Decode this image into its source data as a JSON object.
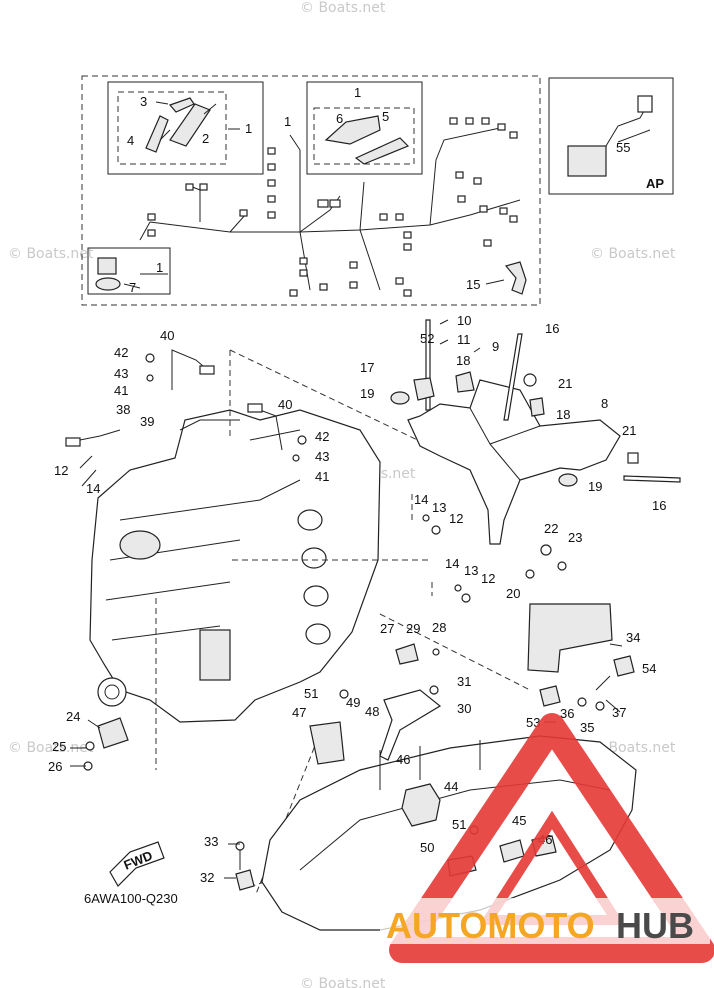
{
  "diagram_code": "6AWA100-Q230",
  "fwd_label": "FWD",
  "inset_tag": "AP",
  "watermark_text": "© Boats.net",
  "brand": {
    "part1": "AUTOMOTO",
    "part2": "HUB",
    "color1": "#f5a623",
    "color2": "#4a4a4a",
    "triangle_color": "#e53935"
  },
  "callouts": [
    "1",
    "2",
    "3",
    "4",
    "5",
    "6",
    "7",
    "8",
    "9",
    "10",
    "11",
    "12",
    "13",
    "14",
    "15",
    "16",
    "17",
    "18",
    "19",
    "20",
    "21",
    "22",
    "23",
    "24",
    "25",
    "26",
    "27",
    "28",
    "29",
    "30",
    "31",
    "32",
    "33",
    "34",
    "35",
    "36",
    "37",
    "38",
    "39",
    "40",
    "41",
    "42",
    "43",
    "44",
    "45",
    "46",
    "47",
    "48",
    "49",
    "50",
    "51",
    "52",
    "53",
    "54",
    "55"
  ]
}
